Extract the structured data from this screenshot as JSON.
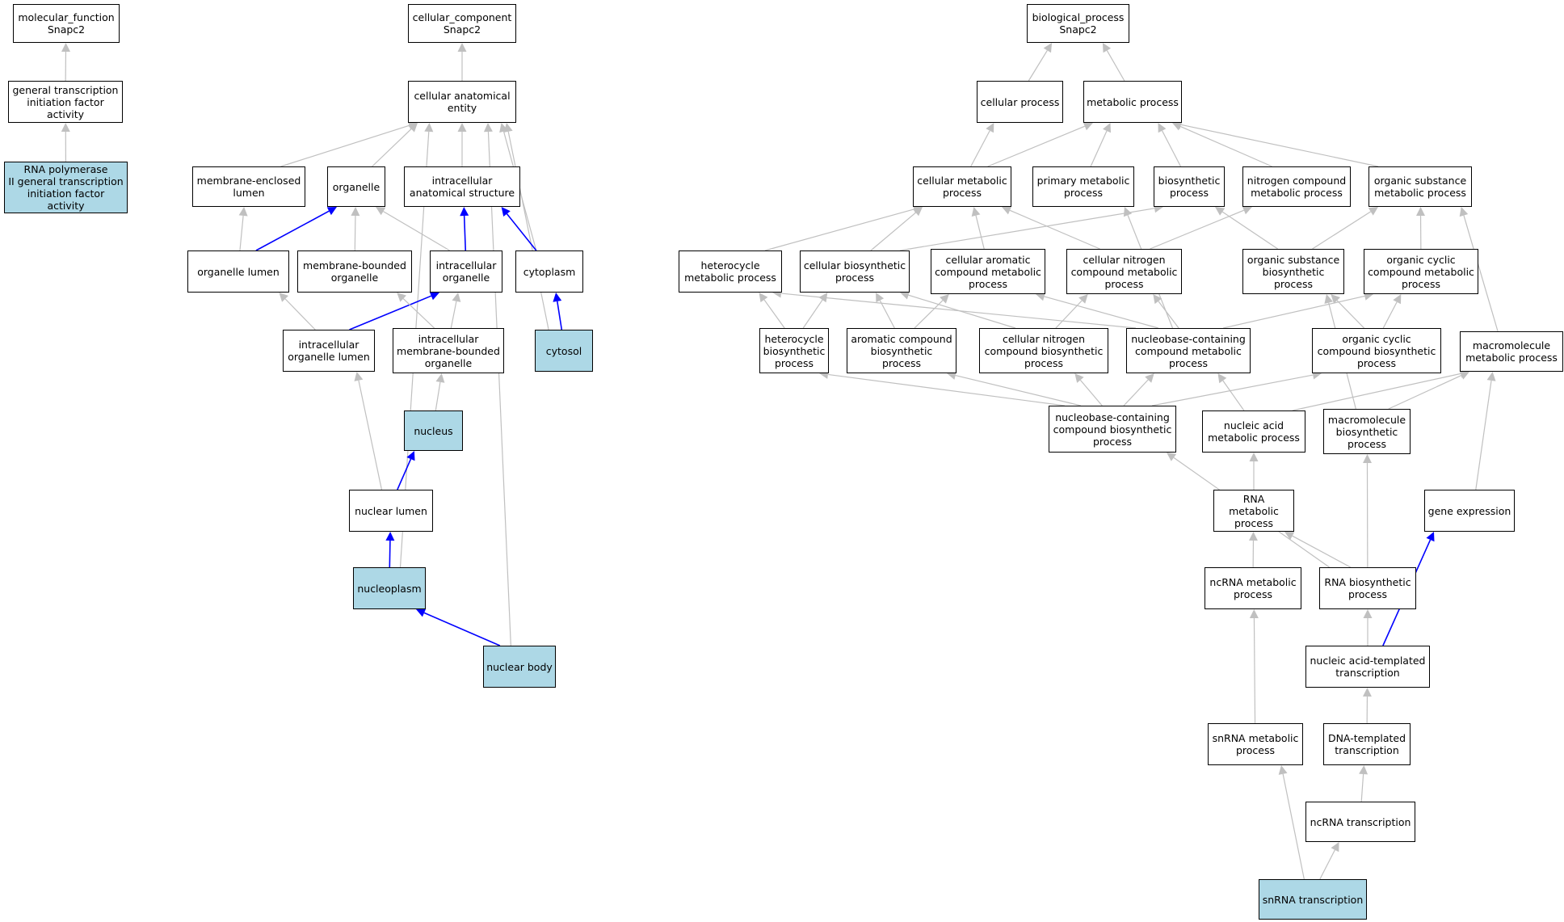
{
  "colors": {
    "highlight_fill": "#add8e6",
    "edge_gray": "#c0c0c0",
    "edge_blue": "#0000ff"
  },
  "nodes": {
    "mf_root": {
      "label": "molecular_function\nSnapc2",
      "hl": false
    },
    "gtif": {
      "label": "general transcription\ninitiation factor\nactivity",
      "hl": false
    },
    "rnap2": {
      "label": "RNA polymerase\nII general transcription\ninitiation factor\nactivity",
      "hl": true
    },
    "cc_root": {
      "label": "cellular_component\nSnapc2",
      "hl": false
    },
    "cae": {
      "label": "cellular anatomical\nentity",
      "hl": false
    },
    "mel": {
      "label": "membrane-enclosed\nlumen",
      "hl": false
    },
    "organelle": {
      "label": "organelle",
      "hl": false
    },
    "ias": {
      "label": "intracellular\nanatomical structure",
      "hl": false
    },
    "org_lumen": {
      "label": "organelle lumen",
      "hl": false
    },
    "mbo": {
      "label": "membrane-bounded\norganelle",
      "hl": false
    },
    "int_org": {
      "label": "intracellular\norganelle",
      "hl": false
    },
    "cytoplasm": {
      "label": "cytoplasm",
      "hl": false
    },
    "iol": {
      "label": "intracellular\norganelle lumen",
      "hl": false
    },
    "imbo": {
      "label": "intracellular\nmembrane-bounded\norganelle",
      "hl": false
    },
    "cytosol": {
      "label": "cytosol",
      "hl": true
    },
    "nucleus": {
      "label": "nucleus",
      "hl": true
    },
    "nuc_lumen": {
      "label": "nuclear lumen",
      "hl": false
    },
    "nucleoplasm": {
      "label": "nucleoplasm",
      "hl": true
    },
    "nuc_body": {
      "label": "nuclear body",
      "hl": true
    },
    "bp_root": {
      "label": "biological_process\nSnapc2",
      "hl": false
    },
    "cell_proc": {
      "label": "cellular process",
      "hl": false
    },
    "met_proc": {
      "label": "metabolic process",
      "hl": false
    },
    "cmp": {
      "label": "cellular metabolic\nprocess",
      "hl": false
    },
    "pmp": {
      "label": "primary metabolic\nprocess",
      "hl": false
    },
    "bio_proc": {
      "label": "biosynthetic\nprocess",
      "hl": false
    },
    "ncmp": {
      "label": "nitrogen compound\nmetabolic process",
      "hl": false
    },
    "osmp": {
      "label": "organic substance\nmetabolic process",
      "hl": false
    },
    "hmp": {
      "label": "heterocycle\nmetabolic process",
      "hl": false
    },
    "cbp": {
      "label": "cellular biosynthetic\nprocess",
      "hl": false
    },
    "cacmp": {
      "label": "cellular aromatic\ncompound metabolic\nprocess",
      "hl": false
    },
    "cncmp": {
      "label": "cellular nitrogen\ncompound metabolic\nprocess",
      "hl": false
    },
    "osbp": {
      "label": "organic substance\nbiosynthetic\nprocess",
      "hl": false
    },
    "occmp": {
      "label": "organic cyclic\ncompound metabolic\nprocess",
      "hl": false
    },
    "hbp": {
      "label": "heterocycle\nbiosynthetic\nprocess",
      "hl": false
    },
    "acbp": {
      "label": "aromatic compound\nbiosynthetic\nprocess",
      "hl": false
    },
    "cncbp": {
      "label": "cellular nitrogen\ncompound biosynthetic\nprocess",
      "hl": false
    },
    "nccmp": {
      "label": "nucleobase-containing\ncompound metabolic\nprocess",
      "hl": false
    },
    "occbp": {
      "label": "organic cyclic\ncompound biosynthetic\nprocess",
      "hl": false
    },
    "mmp": {
      "label": "macromolecule\nmetabolic process",
      "hl": false
    },
    "nccbp": {
      "label": "nucleobase-containing\ncompound biosynthetic\nprocess",
      "hl": false
    },
    "namp": {
      "label": "nucleic acid\nmetabolic process",
      "hl": false
    },
    "mbp": {
      "label": "macromolecule\nbiosynthetic\nprocess",
      "hl": false
    },
    "rnamp": {
      "label": "RNA metabolic\nprocess",
      "hl": false
    },
    "gene_exp": {
      "label": "gene expression",
      "hl": false
    },
    "ncrnamp": {
      "label": "ncRNA metabolic\nprocess",
      "hl": false
    },
    "rnabp": {
      "label": "RNA biosynthetic\nprocess",
      "hl": false
    },
    "natt": {
      "label": "nucleic acid-templated\ntranscription",
      "hl": false
    },
    "snrnamp": {
      "label": "snRNA metabolic\nprocess",
      "hl": false
    },
    "dtt": {
      "label": "DNA-templated\ntranscription",
      "hl": false
    },
    "ncrnat": {
      "label": "ncRNA transcription",
      "hl": false
    },
    "snrnat": {
      "label": "snRNA transcription",
      "hl": true
    }
  },
  "edges": [
    {
      "from": "gtif",
      "to": "mf_root",
      "color": "gray"
    },
    {
      "from": "rnap2",
      "to": "gtif",
      "color": "gray"
    },
    {
      "from": "cae",
      "to": "cc_root",
      "color": "gray"
    },
    {
      "from": "mel",
      "to": "cae",
      "color": "gray"
    },
    {
      "from": "organelle",
      "to": "cae",
      "color": "gray"
    },
    {
      "from": "ias",
      "to": "cae",
      "color": "gray"
    },
    {
      "from": "cytoplasm",
      "to": "cae",
      "color": "gray"
    },
    {
      "from": "cytosol",
      "to": "cae",
      "color": "gray"
    },
    {
      "from": "nucleoplasm",
      "to": "cae",
      "color": "gray"
    },
    {
      "from": "nuc_body",
      "to": "cae",
      "color": "gray"
    },
    {
      "from": "org_lumen",
      "to": "mel",
      "color": "gray"
    },
    {
      "from": "org_lumen",
      "to": "organelle",
      "color": "blue"
    },
    {
      "from": "mbo",
      "to": "organelle",
      "color": "gray"
    },
    {
      "from": "int_org",
      "to": "organelle",
      "color": "gray"
    },
    {
      "from": "int_org",
      "to": "ias",
      "color": "blue"
    },
    {
      "from": "cytoplasm",
      "to": "ias",
      "color": "blue"
    },
    {
      "from": "iol",
      "to": "org_lumen",
      "color": "gray"
    },
    {
      "from": "iol",
      "to": "int_org",
      "color": "blue"
    },
    {
      "from": "imbo",
      "to": "mbo",
      "color": "gray"
    },
    {
      "from": "imbo",
      "to": "int_org",
      "color": "gray"
    },
    {
      "from": "cytosol",
      "to": "cytoplasm",
      "color": "blue"
    },
    {
      "from": "nucleus",
      "to": "imbo",
      "color": "gray"
    },
    {
      "from": "nuc_lumen",
      "to": "iol",
      "color": "gray"
    },
    {
      "from": "nuc_lumen",
      "to": "nucleus",
      "color": "blue"
    },
    {
      "from": "nucleoplasm",
      "to": "nuc_lumen",
      "color": "blue"
    },
    {
      "from": "nuc_body",
      "to": "nucleoplasm",
      "color": "blue"
    },
    {
      "from": "cell_proc",
      "to": "bp_root",
      "color": "gray"
    },
    {
      "from": "met_proc",
      "to": "bp_root",
      "color": "gray"
    },
    {
      "from": "cmp",
      "to": "cell_proc",
      "color": "gray"
    },
    {
      "from": "cmp",
      "to": "met_proc",
      "color": "gray"
    },
    {
      "from": "pmp",
      "to": "met_proc",
      "color": "gray"
    },
    {
      "from": "bio_proc",
      "to": "met_proc",
      "color": "gray"
    },
    {
      "from": "ncmp",
      "to": "met_proc",
      "color": "gray"
    },
    {
      "from": "osmp",
      "to": "met_proc",
      "color": "gray"
    },
    {
      "from": "hmp",
      "to": "cmp",
      "color": "gray"
    },
    {
      "from": "cbp",
      "to": "cmp",
      "color": "gray"
    },
    {
      "from": "cbp",
      "to": "bio_proc",
      "color": "gray"
    },
    {
      "from": "cacmp",
      "to": "cmp",
      "color": "gray"
    },
    {
      "from": "cncmp",
      "to": "cmp",
      "color": "gray"
    },
    {
      "from": "cncmp",
      "to": "ncmp",
      "color": "gray"
    },
    {
      "from": "osbp",
      "to": "bio_proc",
      "color": "gray"
    },
    {
      "from": "osbp",
      "to": "osmp",
      "color": "gray"
    },
    {
      "from": "occmp",
      "to": "osmp",
      "color": "gray"
    },
    {
      "from": "mmp",
      "to": "osmp",
      "color": "gray"
    },
    {
      "from": "hbp",
      "to": "hmp",
      "color": "gray"
    },
    {
      "from": "hbp",
      "to": "cbp",
      "color": "gray"
    },
    {
      "from": "acbp",
      "to": "cbp",
      "color": "gray"
    },
    {
      "from": "acbp",
      "to": "cacmp",
      "color": "gray"
    },
    {
      "from": "cncbp",
      "to": "cbp",
      "color": "gray"
    },
    {
      "from": "cncbp",
      "to": "cncmp",
      "color": "gray"
    },
    {
      "from": "nccmp",
      "to": "hmp",
      "color": "gray"
    },
    {
      "from": "nccmp",
      "to": "cacmp",
      "color": "gray"
    },
    {
      "from": "nccmp",
      "to": "cncmp",
      "color": "gray"
    },
    {
      "from": "nccmp",
      "to": "pmp",
      "color": "gray"
    },
    {
      "from": "nccmp",
      "to": "occmp",
      "color": "gray"
    },
    {
      "from": "occbp",
      "to": "osbp",
      "color": "gray"
    },
    {
      "from": "occbp",
      "to": "occmp",
      "color": "gray"
    },
    {
      "from": "nccbp",
      "to": "hbp",
      "color": "gray"
    },
    {
      "from": "nccbp",
      "to": "acbp",
      "color": "gray"
    },
    {
      "from": "nccbp",
      "to": "cncbp",
      "color": "gray"
    },
    {
      "from": "nccbp",
      "to": "nccmp",
      "color": "gray"
    },
    {
      "from": "nccbp",
      "to": "occbp",
      "color": "gray"
    },
    {
      "from": "namp",
      "to": "nccmp",
      "color": "gray"
    },
    {
      "from": "namp",
      "to": "mmp",
      "color": "gray"
    },
    {
      "from": "mbp",
      "to": "osbp",
      "color": "gray"
    },
    {
      "from": "mbp",
      "to": "mmp",
      "color": "gray"
    },
    {
      "from": "gene_exp",
      "to": "mmp",
      "color": "gray"
    },
    {
      "from": "rnamp",
      "to": "namp",
      "color": "gray"
    },
    {
      "from": "ncrnamp",
      "to": "rnamp",
      "color": "gray"
    },
    {
      "from": "rnabp",
      "to": "rnamp",
      "color": "gray"
    },
    {
      "from": "rnabp",
      "to": "mbp",
      "color": "gray"
    },
    {
      "from": "rnabp",
      "to": "nccbp",
      "color": "gray"
    },
    {
      "from": "natt",
      "to": "rnabp",
      "color": "gray"
    },
    {
      "from": "natt",
      "to": "gene_exp",
      "color": "blue"
    },
    {
      "from": "snrnamp",
      "to": "ncrnamp",
      "color": "gray"
    },
    {
      "from": "dtt",
      "to": "natt",
      "color": "gray"
    },
    {
      "from": "ncrnat",
      "to": "dtt",
      "color": "gray"
    },
    {
      "from": "snrnat",
      "to": "snrnamp",
      "color": "gray"
    },
    {
      "from": "snrnat",
      "to": "ncrnat",
      "color": "gray"
    }
  ]
}
